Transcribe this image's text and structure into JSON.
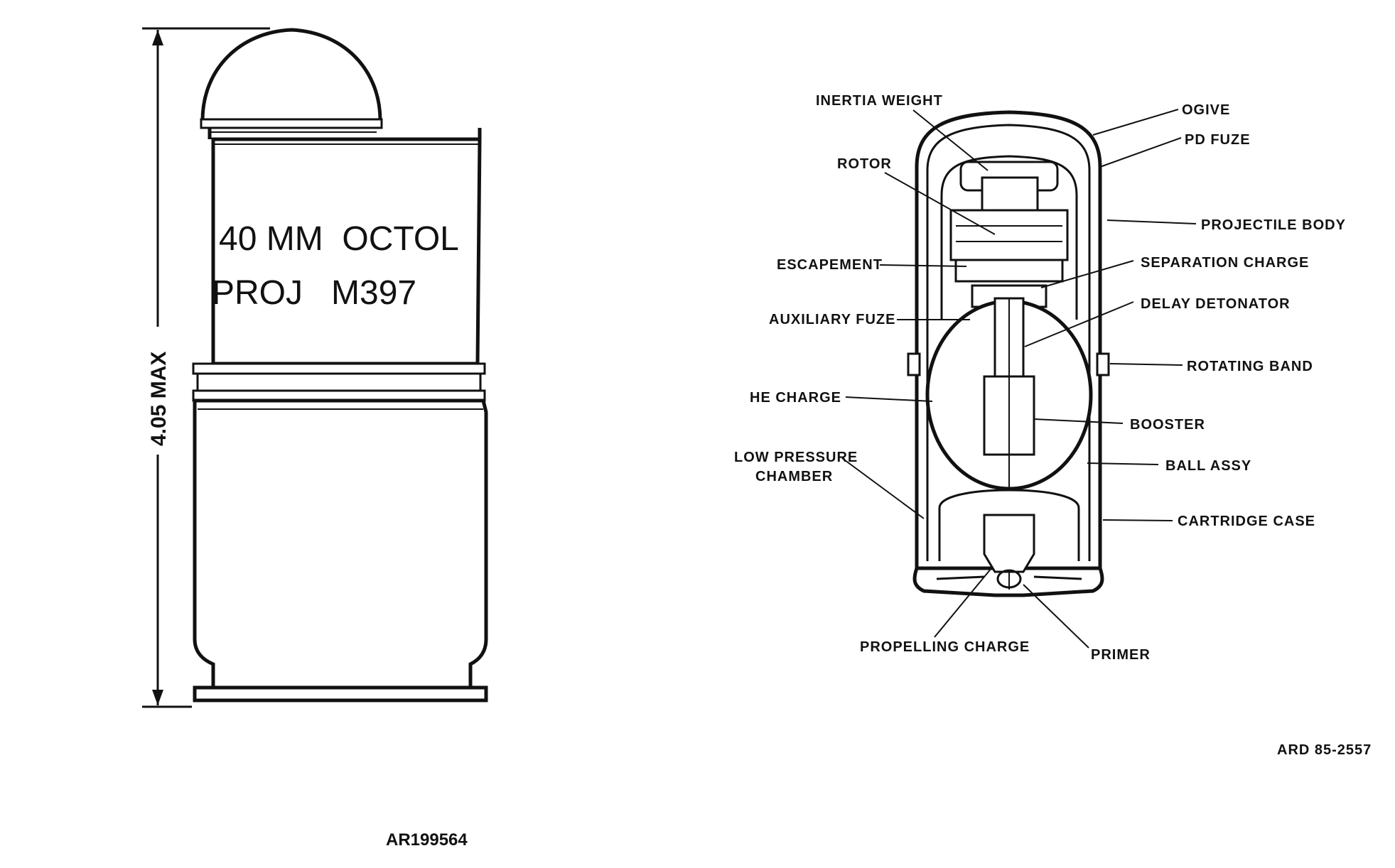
{
  "figure": {
    "left_view": {
      "marking_line1": "40 MM  OCTOL",
      "marking_line2": "PROJ   M397",
      "dimension": "4.05 MAX",
      "image_number": "AR199564"
    },
    "right_view": {
      "labels": {
        "inertia_weight": "INERTIA WEIGHT",
        "rotor": "ROTOR",
        "escapement": "ESCAPEMENT",
        "auxiliary_fuze": "AUXILIARY FUZE",
        "he_charge": "HE CHARGE",
        "low_pressure_chamber_1": "LOW PRESSURE",
        "low_pressure_chamber_2": "CHAMBER",
        "ogive": "OGIVE",
        "pd_fuze": "PD FUZE",
        "projectile_body": "PROJECTILE BODY",
        "separation_charge": "SEPARATION CHARGE",
        "delay_detonator": "DELAY DETONATOR",
        "rotating_band": "ROTATING BAND",
        "booster": "BOOSTER",
        "ball_assy": "BALL ASSY",
        "cartridge_case": "CARTRIDGE CASE",
        "propelling_charge": "PROPELLING CHARGE",
        "primer": "PRIMER"
      },
      "image_number": "ARD 85-2557"
    }
  }
}
